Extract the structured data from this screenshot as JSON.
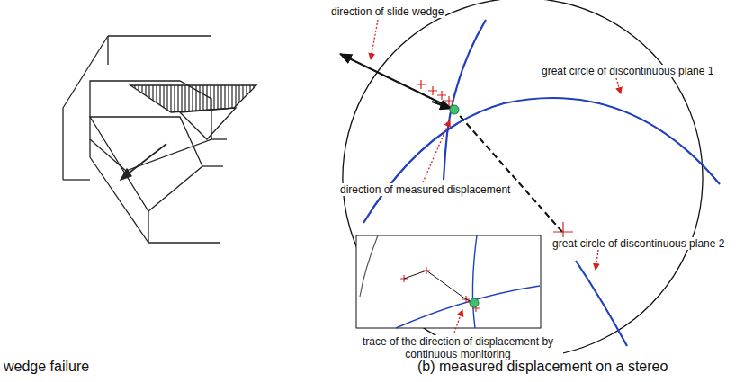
{
  "diagram": {
    "labels": [
      "direction of slide wedge",
      "great circle of discontinuous plane 1",
      "direction of measured displacement",
      "great circle of discontinuous plane 2",
      "trace of the direction of displacement by continuous monitoring",
      "wedge failure",
      "(b) measured displacement on a stereo"
    ]
  }
}
